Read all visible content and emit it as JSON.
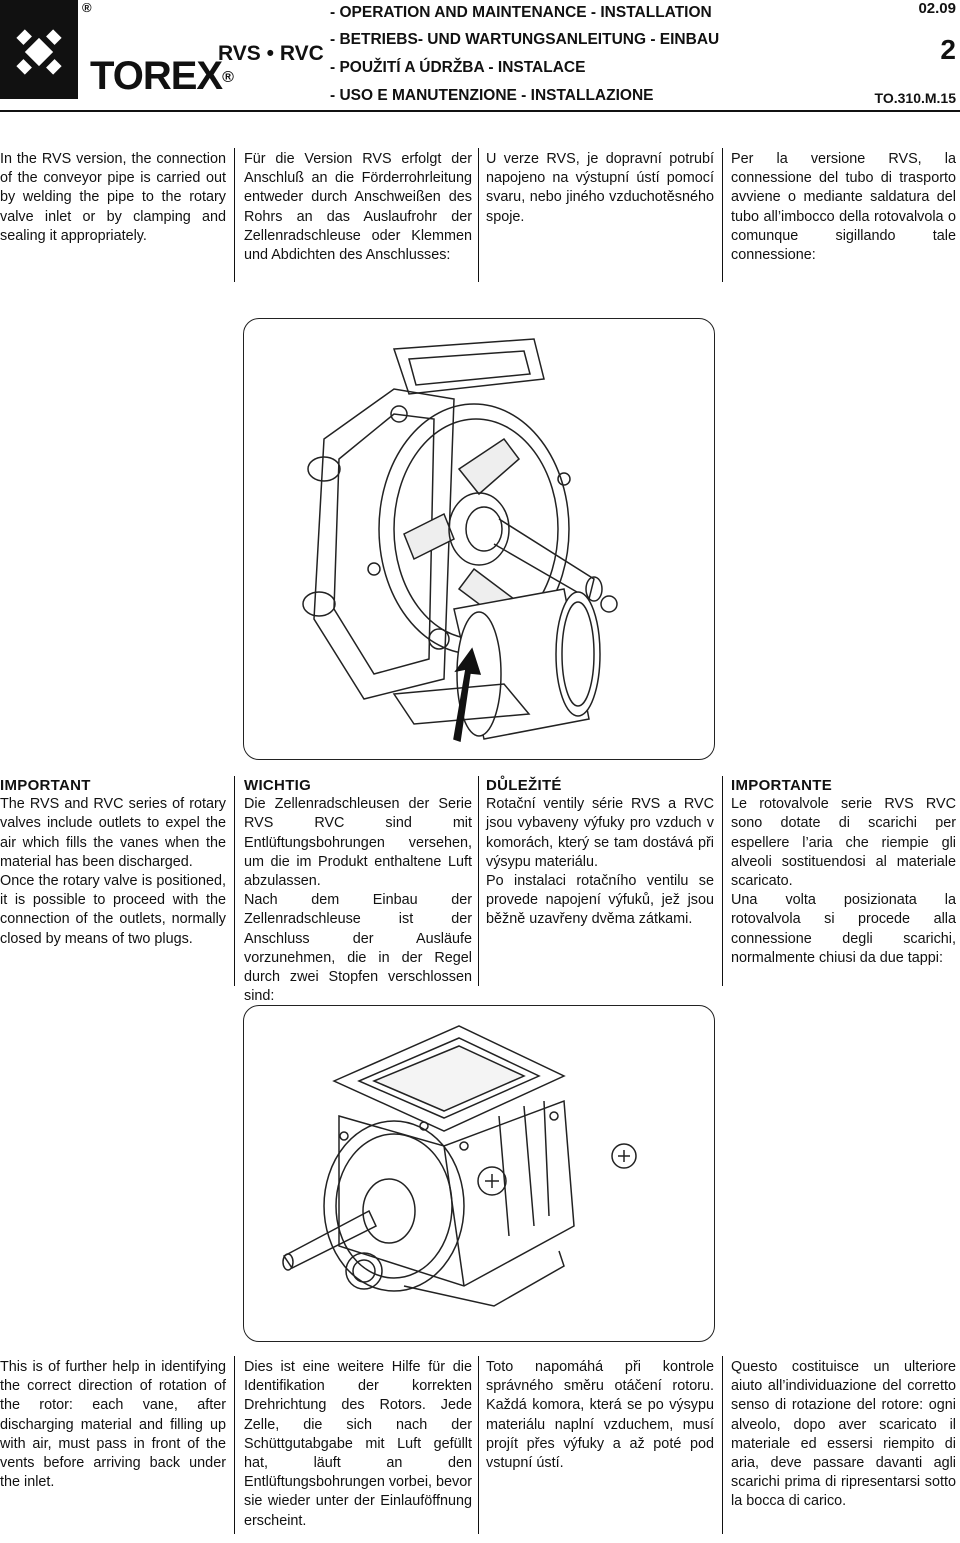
{
  "header": {
    "brand": "TOREX",
    "registered_mark": "®",
    "product": "RVS • RVC",
    "titles": [
      "- OPERATION AND MAINTENANCE - INSTALLATION",
      "- BETRIEBS- UND WARTUNGSANLEITUNG - EINBAU",
      "- POUŽITÍ A ÚDRŽBA - INSTALACE",
      "- USO E MANUTENZIONE - INSTALLAZIONE"
    ],
    "date": "02.09",
    "page_number": "2",
    "doc_code": "TO.310.M.15"
  },
  "section1": {
    "en": "In the RVS version, the connection of the conveyor pipe is carried out by welding the pipe to the rotary valve inlet or by clamping and sealing it appropriately.",
    "de": "Für die Version RVS erfolgt der Anschluß an die Förderrohrleitung entweder durch Anschweißen des Rohrs an das Auslaufrohr der Zellenradschleuse oder Klemmen und Abdichten des Anschlusses:",
    "cz": "U verze RVS, je dopravní potrubí napojeno na výstupní ústí pomocí svaru, nebo jiného vzduchotěsného spoje.",
    "it": "Per la versione RVS, la connessione del tubo di trasporto avviene o mediante saldatura del tubo all’imbocco della rotovalvola o comunque sigillando tale connessione:"
  },
  "section2": {
    "en_title": "IMPORTANT",
    "en": "The RVS and RVC series of rotary valves include outlets to expel the air which fills the vanes when the material has been discharged.",
    "en2": "Once the rotary valve is positioned, it is possible to proceed with the connection of the outlets, normally closed by means of two plugs.",
    "de_title": "WICHTIG",
    "de": "Die Zellenradschleusen der Serie RVS RVC sind mit Entlüftungsbohrungen versehen, um die im Produkt enthaltene Luft abzulassen.",
    "de2": "Nach dem Einbau der Zellenradschleuse ist der Anschluss der Ausläufe vorzunehmen, die in der Regel durch zwei Stopfen verschlossen sind:",
    "cz_title": "DŮLEŽITÉ",
    "cz": "Rotační ventily série RVS a RVC jsou vybaveny výfuky pro vzduch v komorách, který se tam dostává při výsypu materiálu.",
    "cz2": "Po instalaci rotačního ventilu se provede napojení výfuků, jež jsou běžně uzavřeny dvěma zátkami.",
    "it_title": "IMPORTANTE",
    "it": "Le rotovalvole serie RVS RVC sono dotate di scarichi per espellere l’aria che riempie gli alveoli sostituendosi al materiale scaricato.",
    "it2": "Una volta posizionata la rotovalvola si procede alla connessione degli scarichi, normalmente chiusi da due tappi:"
  },
  "section3": {
    "en": "This is of further help in identifying the correct direction of rotation of the rotor: each vane, after discharging material and filling up with air, must pass in front of the vents before arriving back under the inlet.",
    "de": "Dies ist eine weitere Hilfe für die Identifikation der korrekten Drehrichtung des Rotors. Jede Zelle, die sich nach der Schüttgutabgabe mit Luft gefüllt hat, läuft an den Entlüftungsbohrungen vorbei, bevor sie wieder unter der Einlauföffnung erscheint.",
    "cz": "Toto napomáhá při kontrole správného směru otáčení rotoru. Každá komora, která se po výsypu materiálu naplní vzduchem, musí projít přes výfuky a až poté pod vstupní ústí.",
    "it": "Questo costituisce un ulteriore aiuto all’individuazione del corretto senso di rotazione del rotore: ogni alveolo, dopo aver scaricato il materiale ed essersi riempito di aria, deve passare davanti agli scarichi prima di ripresentarsi sotto la bocca di carico."
  }
}
